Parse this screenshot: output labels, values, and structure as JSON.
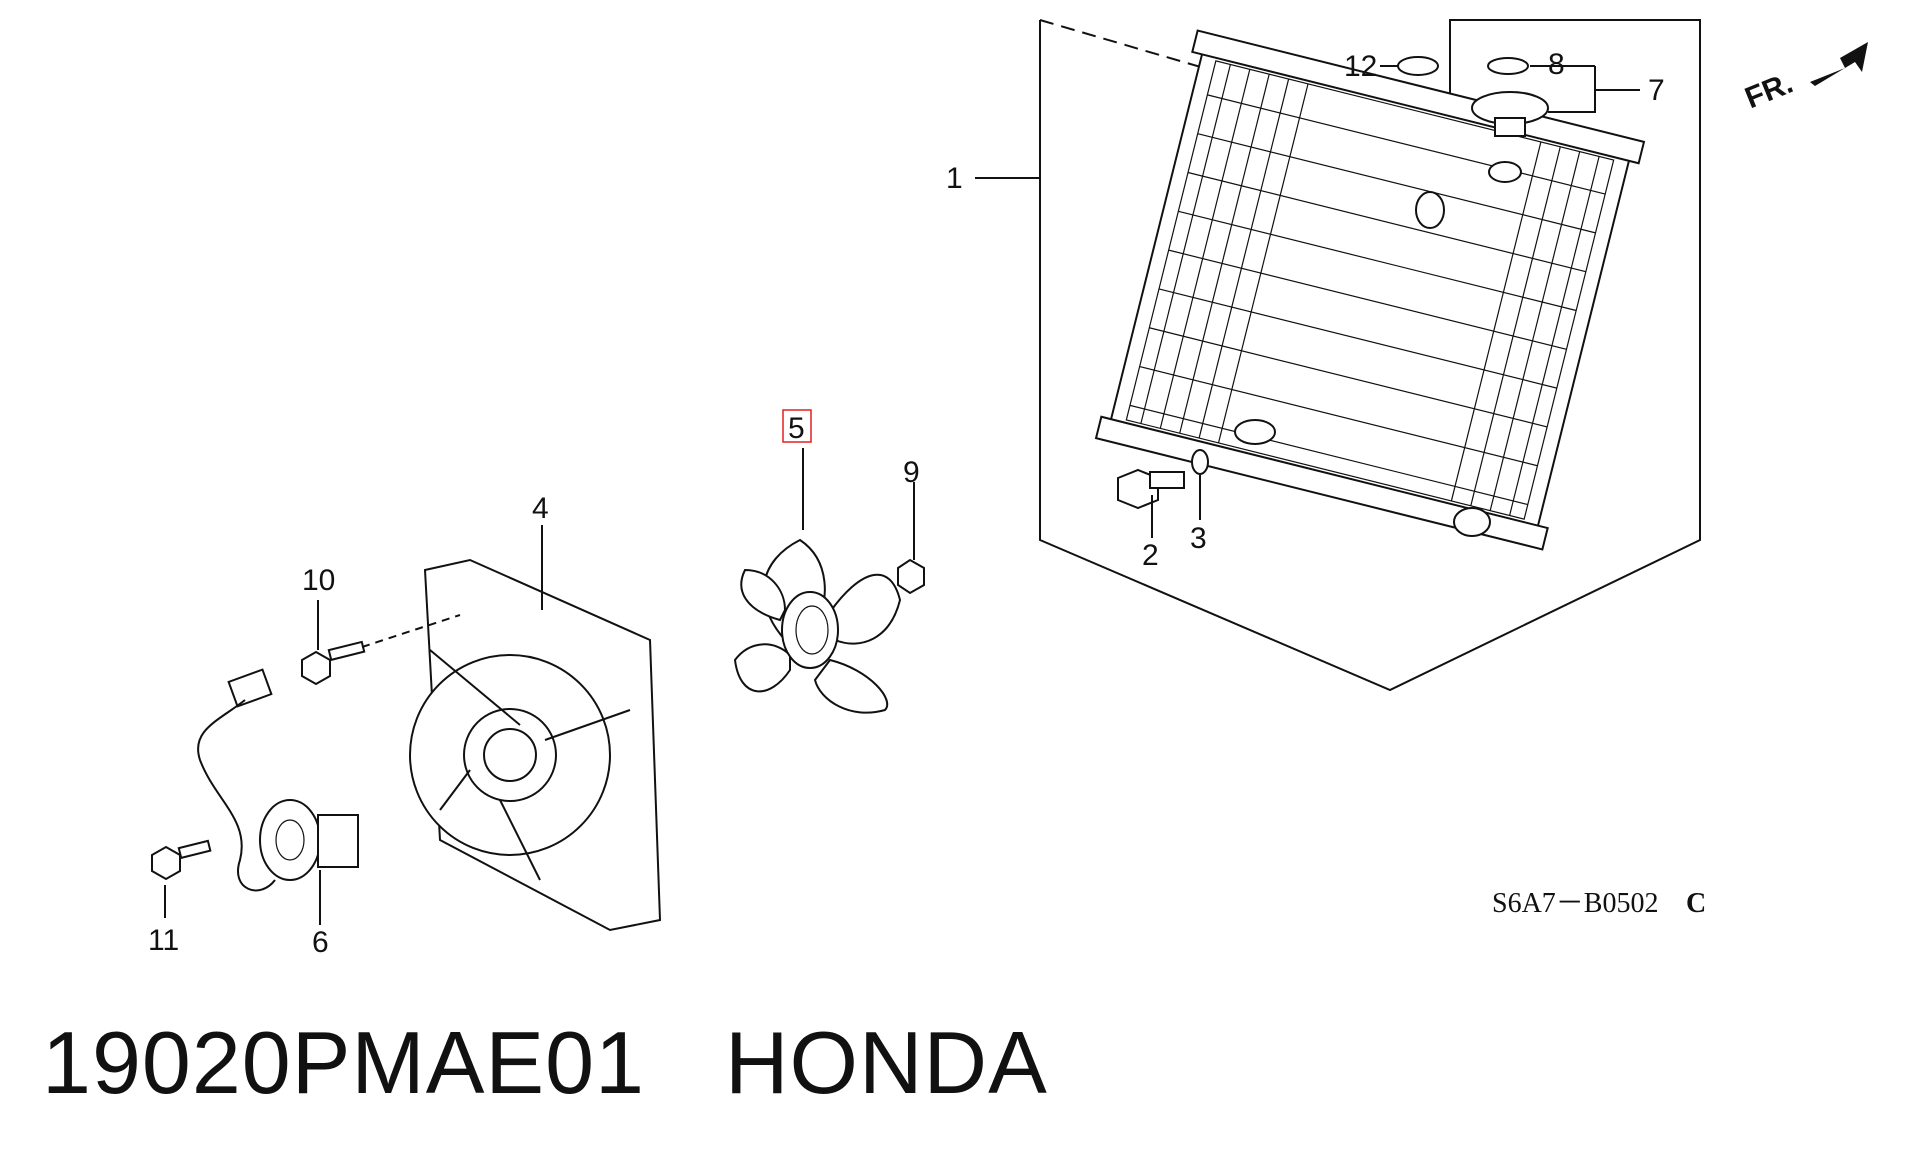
{
  "diagram": {
    "callouts": {
      "p1": "1",
      "p2": "2",
      "p3": "3",
      "p4": "4",
      "p5": "5",
      "p6": "6",
      "p7": "7",
      "p8": "8",
      "p9": "9",
      "p10": "10",
      "p11": "11",
      "p12": "12"
    },
    "front_label": "FR.",
    "drawing_code": "S6A7－B0502",
    "drawing_code_suffix": "C",
    "highlight_color": "#e02020"
  },
  "caption": {
    "part_number": "19020PMAE01",
    "brand": "HONDA"
  }
}
